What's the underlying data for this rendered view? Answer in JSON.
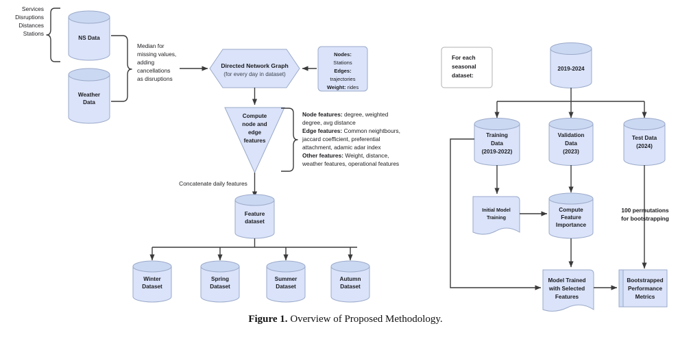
{
  "figure": {
    "caption_label": "Figure 1.",
    "caption_text": "Overview of Proposed Methodology."
  },
  "colors": {
    "shape_fill": "#dae3f9",
    "shape_top": "#cbd8f2",
    "shape_stroke": "#9aa9c9",
    "edge": "#3a3a3a",
    "note_fill": "#ffffff",
    "text": "#1b1b1f"
  },
  "left_panel": {
    "inputs_brace_label": {
      "line1": "Services",
      "line2": "Disruptions",
      "line3": "Distances",
      "line4": "Stations"
    },
    "ns_data": {
      "line1": "NS Data"
    },
    "weather_data": {
      "line1": "Weather",
      "line2": "Data"
    },
    "merge_note": {
      "line1": "Median for",
      "line2": "missing values,",
      "line3": "adding",
      "line4": "cancellations",
      "line5": "as disruptions"
    },
    "graph_node": {
      "title": "Directed Network Graph",
      "subtitle": "(for every day in dataset)"
    },
    "graph_spec": [
      {
        "bold": "Nodes:",
        "plain": ""
      },
      {
        "bold": "",
        "plain": "Stations"
      },
      {
        "bold": "Edges:",
        "plain": ""
      },
      {
        "bold": "",
        "plain": "trajectories"
      },
      {
        "bold": "Weight:",
        "plain": " rides"
      }
    ],
    "compute_features": {
      "line1": "Compute",
      "line2": "node and",
      "line3": "edge",
      "line4": "features"
    },
    "feature_list": [
      {
        "bold": "Node features:",
        "plain": " degree, weighted"
      },
      {
        "bold": "",
        "plain": "degree, avg distance"
      },
      {
        "bold": "Edge features:",
        "plain": " Common neightbours,"
      },
      {
        "bold": "",
        "plain": "jaccard coefficient, preferential"
      },
      {
        "bold": "",
        "plain": "attachment, adamic adar index"
      },
      {
        "bold": "Other features:",
        "plain": " Weight, distance,"
      },
      {
        "bold": "",
        "plain": "weather features, operational features"
      }
    ],
    "concat_label": "Concatenate daily features",
    "feature_dataset": {
      "line1": "Feature",
      "line2": "dataset"
    },
    "seasonal_datasets": [
      {
        "line1": "Winter",
        "line2": "Dataset"
      },
      {
        "line1": "Spring",
        "line2": "Dataset"
      },
      {
        "line1": "Summer",
        "line2": "Dataset"
      },
      {
        "line1": "Autumn",
        "line2": "Dataset"
      }
    ]
  },
  "right_panel": {
    "for_each_note": {
      "line1": "For each",
      "line2": "seasonal",
      "line3": "dataset:"
    },
    "source_years": {
      "line1": "2019-2024"
    },
    "training_data": {
      "line1": "Training",
      "line2": "Data",
      "line3": "(2019-2022)"
    },
    "validation_data": {
      "line1": "Validation",
      "line2": "Data",
      "line3": "(2023)"
    },
    "test_data": {
      "line1": "Test Data",
      "line2": "(2024)"
    },
    "initial_training": {
      "line1": "Initial Model",
      "line2": "Training"
    },
    "feature_importance": {
      "line1": "Compute",
      "line2": "Feature",
      "line3": "Importance"
    },
    "permutations_note": {
      "line1": "100 permutations",
      "line2": "for bootstrapping"
    },
    "model_selected": {
      "line1": "Model Trained",
      "line2": "with Selected",
      "line3": "Features"
    },
    "bootstrapped_metrics": {
      "line1": "Bootstrapped",
      "line2": "Performance",
      "line3": "Metrics"
    }
  }
}
